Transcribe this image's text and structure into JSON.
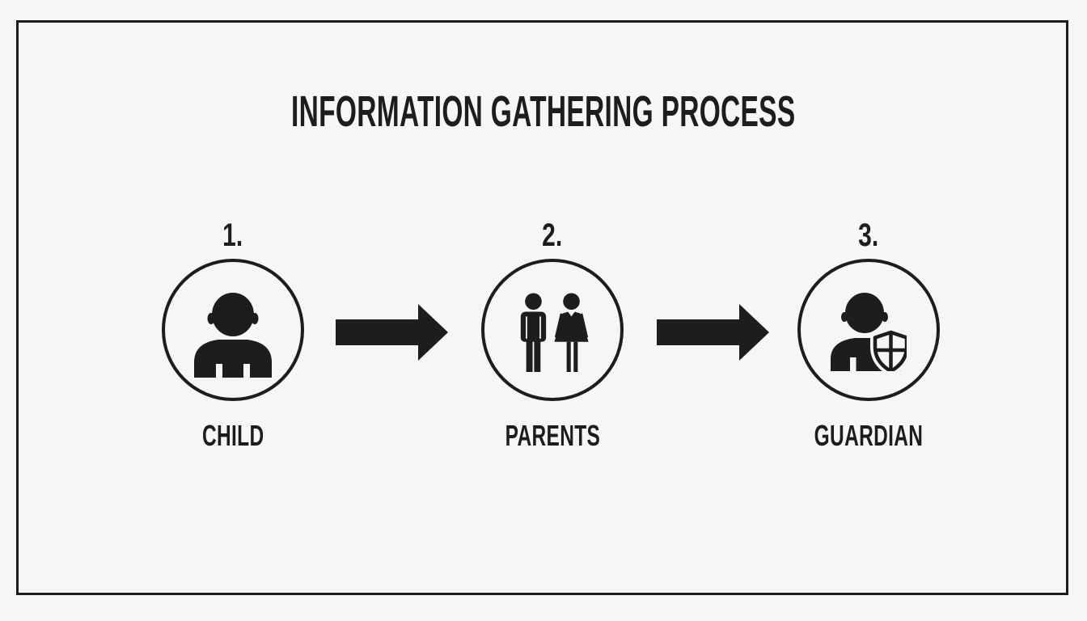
{
  "title": "INFORMATION GATHERING PROCESS",
  "steps": [
    {
      "number": "1.",
      "label": "CHILD",
      "icon": "child-person-icon"
    },
    {
      "number": "2.",
      "label": "PARENTS",
      "icon": "man-woman-icon"
    },
    {
      "number": "3.",
      "label": "GUARDIAN",
      "icon": "person-shield-icon"
    }
  ],
  "connectors": [
    {
      "icon": "arrow-right-icon"
    },
    {
      "icon": "arrow-right-icon"
    }
  ],
  "colors": {
    "ink": "#1d1d1b",
    "background": "#f6f6f4",
    "frame_border": "#1d1d1b"
  }
}
